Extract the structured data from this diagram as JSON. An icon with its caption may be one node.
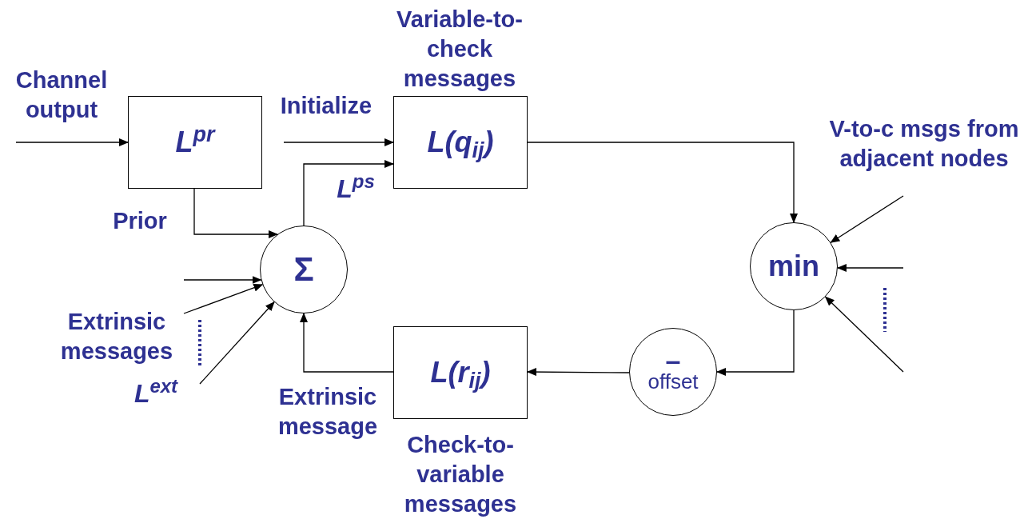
{
  "diagram": {
    "nodes": [
      {
        "text": [
          "L$^{pr}$"
        ]
      },
      {
        "text": [
          "L(q$_{ij}$)"
        ],
        "beside": [
          "Variable-to-check messages"
        ]
      },
      {
        "text": [
          "Σ"
        ]
      },
      {
        "text": [
          "min"
        ]
      },
      {
        "text": [
          "–",
          "offset"
        ]
      },
      {
        "text": [
          "L(r$_{ij}$)"
        ],
        "beside": [
          "Check-to-variable messages"
        ]
      }
    ],
    "edges": [
      {
        "from": null,
        "to": 0,
        "arrow": "to"
      },
      {
        "from": 0,
        "to": 2,
        "arrow": "to",
        "label": "Prior"
      },
      {
        "from": null,
        "to": 1,
        "arrow": "to",
        "label": "Initialize"
      },
      {
        "from": 2,
        "to": 1,
        "arrow": "to",
        "label": "L$^{ps}$"
      },
      {
        "from": 1,
        "to": 3,
        "arrow": "to"
      },
      {
        "from": null,
        "to": 3,
        "arrow": "to"
      },
      {
        "from": null,
        "to": 3,
        "arrow": "to"
      },
      {
        "from": null,
        "to": 3,
        "arrow": "to"
      },
      {
        "from": 3,
        "to": 4,
        "arrow": "to"
      },
      {
        "from": 4,
        "to": 5,
        "arrow": "to"
      },
      {
        "from": 5,
        "to": 2,
        "arrow": "to",
        "label": "Extrinsic message"
      },
      {
        "from": null,
        "to": 2,
        "arrow": "to"
      },
      {
        "from": null,
        "to": 2,
        "arrow": "to"
      },
      {
        "from": null,
        "to": 2,
        "arrow": "to",
        "label": "L$^{ext}$"
      }
    ],
    "labels": [
      "Channel output",
      "V-to-c msgs from adjacent nodes",
      "Extrinsic messages"
    ]
  }
}
